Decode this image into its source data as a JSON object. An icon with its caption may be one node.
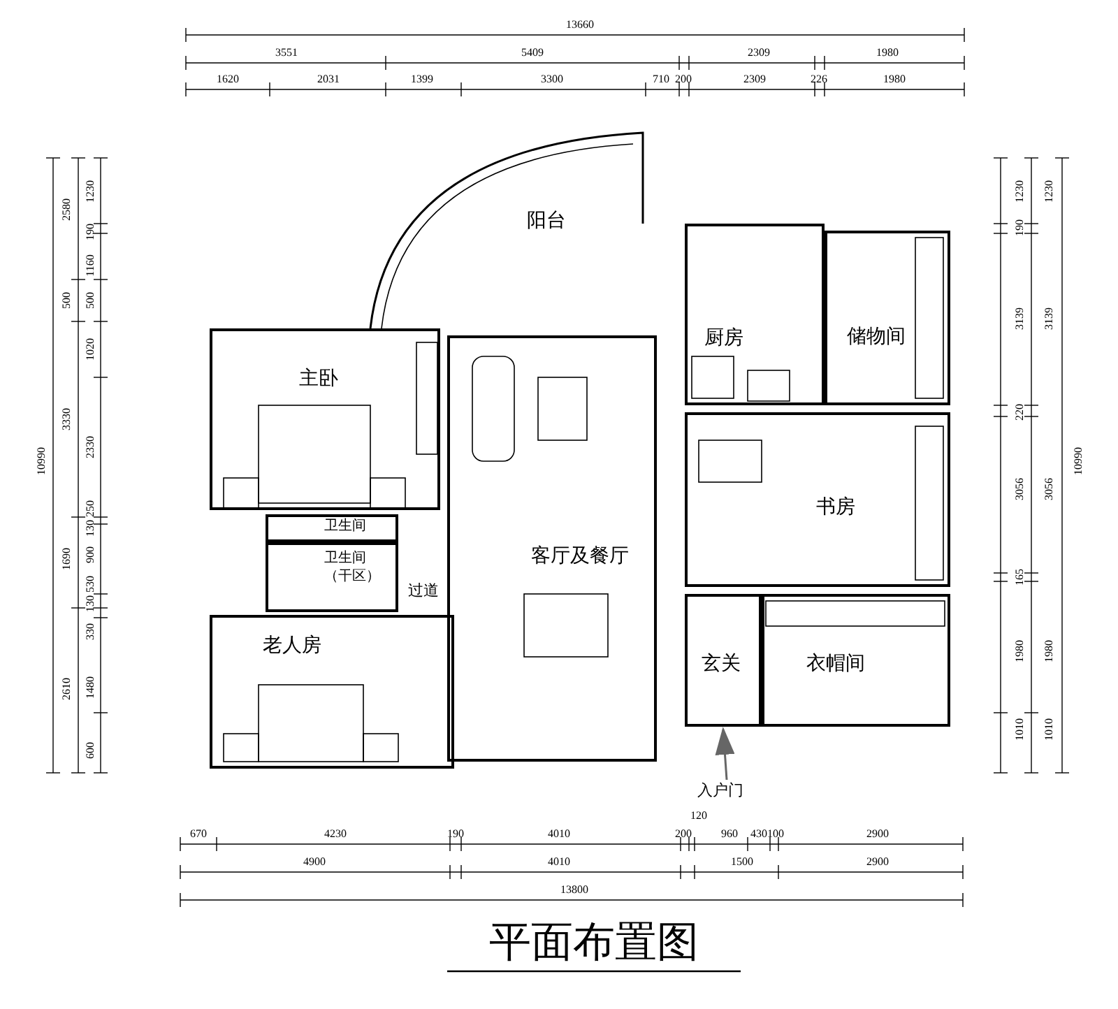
{
  "diagram": {
    "title": "平面布置图",
    "nodes": [
      {
        "text": [
          "阳台"
        ]
      },
      {
        "text": [
          "主卧"
        ]
      },
      {
        "text": [
          "卫生间"
        ]
      },
      {
        "text": [
          "卫生间（干区）"
        ]
      },
      {
        "text": [
          "客厅及餐厅"
        ]
      },
      {
        "text": [
          "老人房"
        ]
      },
      {
        "text": [
          "厨房"
        ]
      },
      {
        "text": [
          "储物间"
        ]
      },
      {
        "text": [
          "书房"
        ]
      },
      {
        "text": [
          "玄关"
        ]
      },
      {
        "text": [
          "衣帽间"
        ]
      },
      {
        "text": [
          "入户门"
        ]
      }
    ],
    "edges": [
      {
        "from": 11,
        "to": 9,
        "arrow": "to"
      }
    ],
    "labels": [
      "13660",
      "3551",
      "5409",
      "2309",
      "1980",
      "1620",
      "2031",
      "1399",
      "3300",
      "710",
      "200",
      "2309",
      "226",
      "1980",
      "10990",
      "2580",
      "500",
      "3330",
      "1690",
      "2610",
      "1230",
      "190",
      "1160",
      "500",
      "1020",
      "2330",
      "250",
      "130",
      "900",
      "530",
      "130",
      "330",
      "1480",
      "600",
      "过道",
      "1230",
      "190",
      "3139",
      "220",
      "3056",
      "165",
      "1980",
      "1010",
      "1230",
      "3139",
      "3056",
      "1980",
      "1010",
      "10990",
      "670",
      "4230",
      "190",
      "4010",
      "200",
      "120",
      "960",
      "430",
      "100",
      "2900",
      "4900",
      "4010",
      "1500",
      "2900",
      "13800"
    ]
  }
}
